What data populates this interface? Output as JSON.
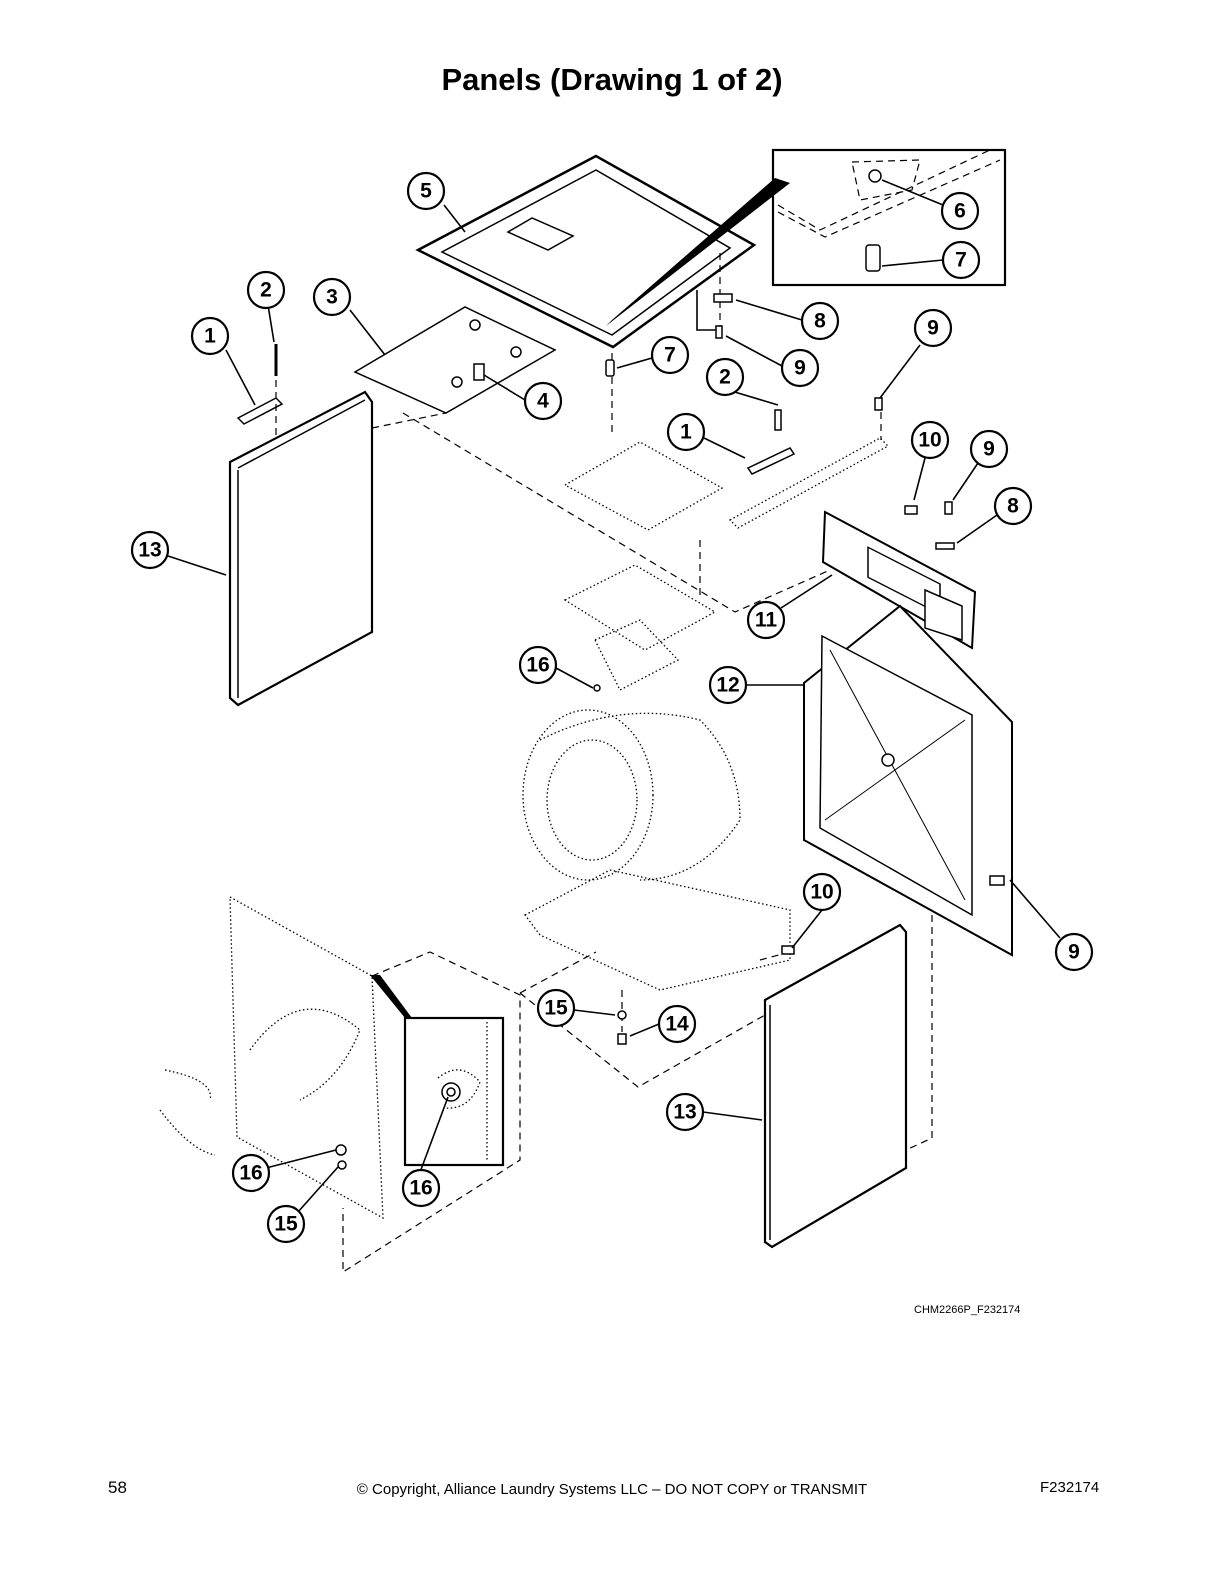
{
  "title": "Panels (Drawing 1 of 2)",
  "drawing_number": "CHM2266P_F232174",
  "footer": {
    "page_number": "58",
    "copyright": "© Copyright, Alliance Laundry Systems LLC – DO NOT COPY or TRANSMIT",
    "form_number": "F232174"
  },
  "callouts": [
    {
      "label": "1"
    },
    {
      "label": "2"
    },
    {
      "label": "3"
    },
    {
      "label": "4"
    },
    {
      "label": "5"
    },
    {
      "label": "6"
    },
    {
      "label": "7"
    },
    {
      "label": "7"
    },
    {
      "label": "8"
    },
    {
      "label": "9"
    },
    {
      "label": "9"
    },
    {
      "label": "2"
    },
    {
      "label": "1"
    },
    {
      "label": "10"
    },
    {
      "label": "9"
    },
    {
      "label": "8"
    },
    {
      "label": "13"
    },
    {
      "label": "11"
    },
    {
      "label": "16"
    },
    {
      "label": "12"
    },
    {
      "label": "10"
    },
    {
      "label": "9"
    },
    {
      "label": "15"
    },
    {
      "label": "14"
    },
    {
      "label": "13"
    },
    {
      "label": "16"
    },
    {
      "label": "16"
    },
    {
      "label": "15"
    }
  ]
}
